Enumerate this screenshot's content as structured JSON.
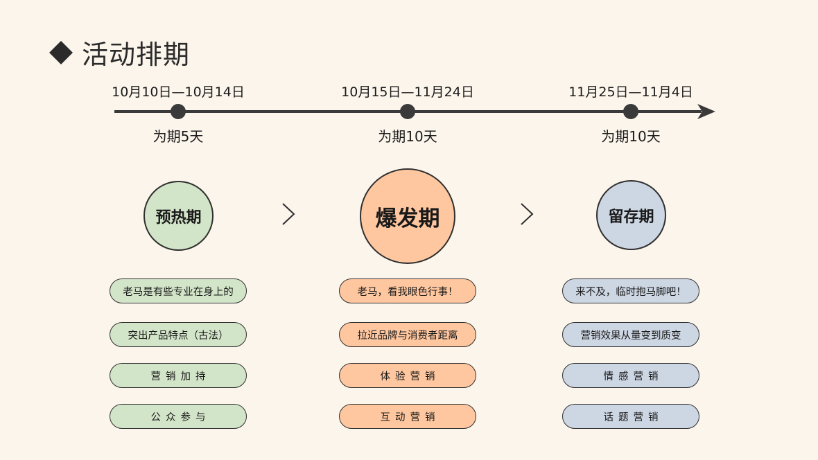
{
  "title": "活动排期",
  "colors": {
    "background": "#fcf5ec",
    "line": "#3a3a3a",
    "phase1": "#d3e5c9",
    "phase2": "#ffc79f",
    "phase3": "#cdd6e3"
  },
  "phases": [
    {
      "date_range": "10月10日—10月14日",
      "duration": "为期5天",
      "name": "预热期",
      "items": [
        "老马是有些专业在身上的",
        "突出产品特点（古法）",
        "营销加持",
        "公众参与"
      ]
    },
    {
      "date_range": "10月15日—11月24日",
      "duration": "为期10天",
      "name": "爆发期",
      "items": [
        "老马，看我眼色行事！",
        "拉近品牌与消费者距离",
        "体验营销",
        "互动营销"
      ]
    },
    {
      "date_range": "11月25日—11月4日",
      "duration": "为期10天",
      "name": "留存期",
      "items": [
        "来不及，临时抱马脚吧！",
        "营销效果从量变到质变",
        "情感营销",
        "话题营销"
      ]
    }
  ]
}
